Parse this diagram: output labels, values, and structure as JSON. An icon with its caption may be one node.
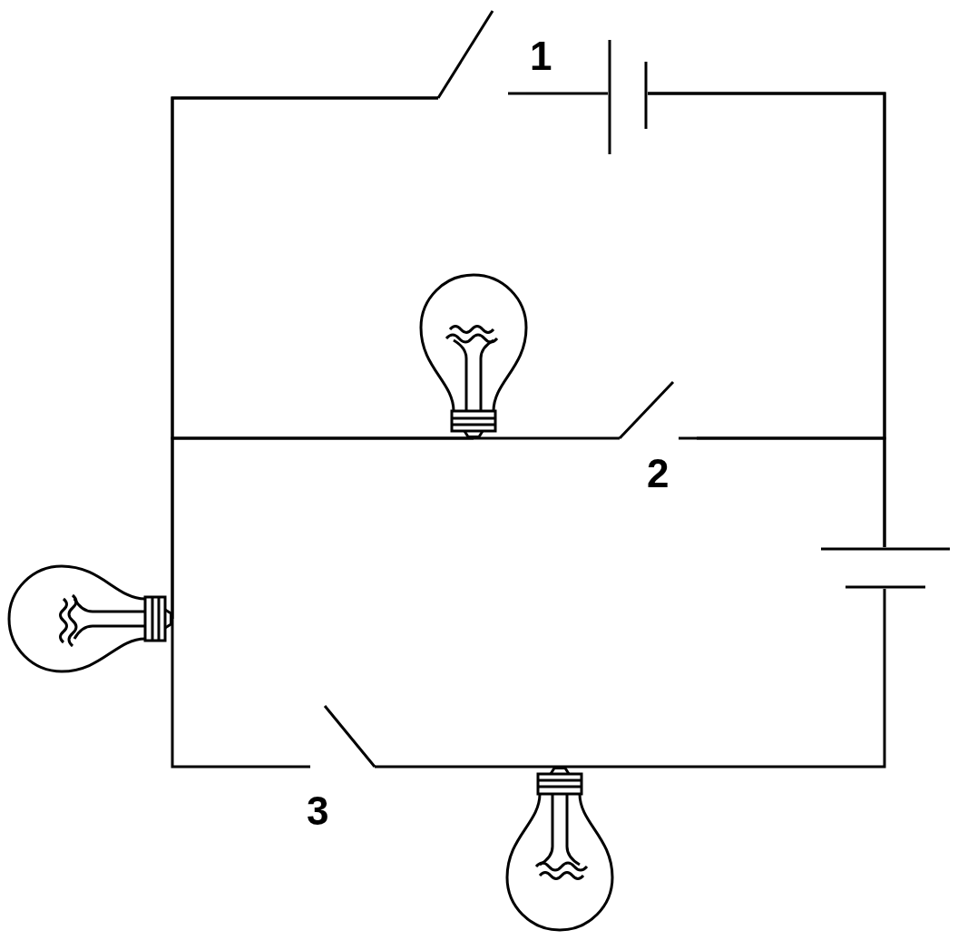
{
  "diagram": {
    "nodes": [
      {
        "text": [],
        "shape": "switch",
        "beside": [
          "1"
        ]
      },
      {
        "text": [],
        "shape": "battery"
      },
      {
        "text": [],
        "shape": "bulb"
      },
      {
        "text": [],
        "shape": "switch",
        "beside": [
          "2"
        ]
      },
      {
        "text": [],
        "shape": "battery"
      },
      {
        "text": [],
        "shape": "bulb"
      },
      {
        "text": [],
        "shape": "switch",
        "beside": [
          "3"
        ]
      },
      {
        "text": [],
        "shape": "bulb"
      }
    ],
    "edges": [
      {
        "from": 0,
        "to": 1,
        "arrow": "none"
      },
      {
        "from": 1,
        "to": 3,
        "arrow": "none"
      },
      {
        "from": 1,
        "to": 4,
        "arrow": "none"
      },
      {
        "from": 3,
        "to": 4,
        "arrow": "none"
      },
      {
        "from": 0,
        "to": 2,
        "arrow": "none"
      },
      {
        "from": 0,
        "to": 5,
        "arrow": "none"
      },
      {
        "from": 2,
        "to": 5,
        "arrow": "none"
      },
      {
        "from": 2,
        "to": 3,
        "arrow": "none"
      },
      {
        "from": 4,
        "to": 7,
        "arrow": "none"
      },
      {
        "from": 7,
        "to": 6,
        "arrow": "none"
      },
      {
        "from": 6,
        "to": 5,
        "arrow": "none"
      }
    ]
  }
}
